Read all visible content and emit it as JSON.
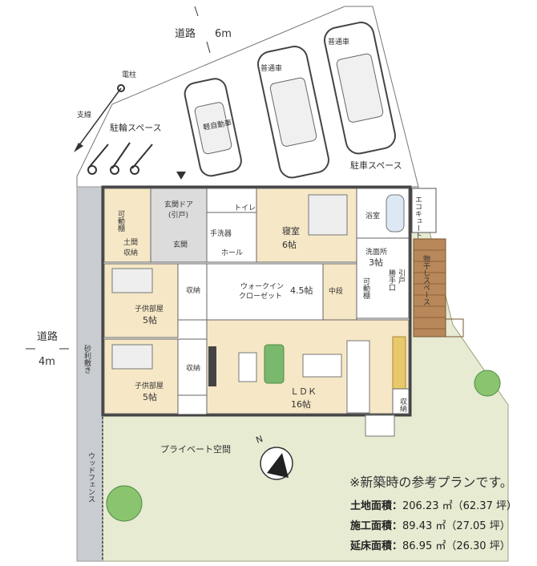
{
  "road_top": {
    "label": "道路",
    "width": "6m"
  },
  "road_left": {
    "label": "道路",
    "width": "4m"
  },
  "utility": {
    "pole": "電柱",
    "guy_wire": "支線"
  },
  "exterior": {
    "bicycle_parking": "駐輪スペース",
    "parking": "駐車スペース",
    "kei_car": "軽自動車",
    "car_1": "普通車",
    "car_2": "普通車",
    "gravel": "砂利敷き",
    "wood_fence": "ウッドフェンス",
    "private_space": "プライベート空間",
    "north": "N",
    "ecocute": "エコキュート",
    "drying_space": "物干しスペース"
  },
  "rooms": {
    "movable_shelf_1": "可動棚",
    "entry_door_1": "玄関ドア",
    "entry_door_2": "(引戸)",
    "earth_storage_1": "土間",
    "earth_storage_2": "収納",
    "entrance": "玄関",
    "toilet": "トイレ",
    "sink": "手洗器",
    "hall": "ホール",
    "bedroom": "寝室",
    "bedroom_size": "6帖",
    "bath": "浴室",
    "washroom": "洗面所",
    "washroom_size": "3帖",
    "back_door_1": "勝手口",
    "back_door_2": "引戸",
    "kids_room": "子供部屋",
    "kids_room_a_size": "5帖",
    "kids_room_b_size": "5帖",
    "storage": "収納",
    "walkin_1": "ウォークイン",
    "walkin_2": "クローゼット",
    "walkin_size": "4.5帖",
    "mid_step": "中段",
    "movable_shelf_2": "可動棚",
    "ldk": "ＬＤＫ",
    "ldk_size": "16帖"
  },
  "note": "※新築時の参考プランです。",
  "areas": [
    {
      "label": "土地面積：",
      "value": "206.23 ㎡（62.37 坪）"
    },
    {
      "label": "施工面積：",
      "value": "89.43 ㎡（27.05 坪）"
    },
    {
      "label": "延床面積：",
      "value": "86.95 ㎡（26.30 坪）"
    }
  ],
  "colors": {
    "lot": "#e6ebd2",
    "room_beige": "#f6e7c6",
    "room_gray": "#dcdcdc",
    "wall": "#555555",
    "deck": "#b8875a",
    "gravel": "#c9ccd1"
  }
}
